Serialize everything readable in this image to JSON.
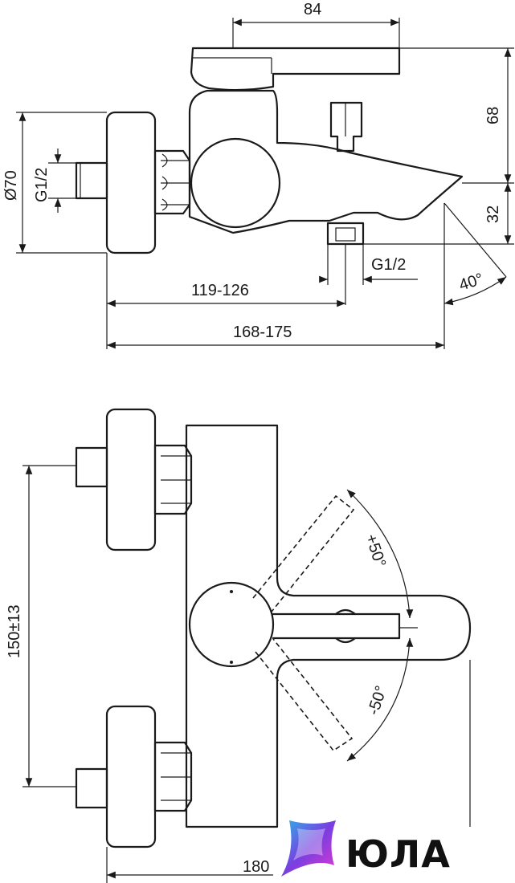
{
  "dimensions": {
    "top_width": "84",
    "lever_height": "68",
    "spout_height": "32",
    "flange_diameter": "Ø70",
    "inlet_thread": "G1/2",
    "outlet_thread": "G1/2",
    "outlet_distance": "119-126",
    "spout_reach": "168-175",
    "spout_angle": "40°",
    "inlet_spacing": "150±13",
    "rotation_up": "+50°",
    "rotation_down": "-50°",
    "total_width": "180"
  },
  "logo": {
    "brand": "ЮЛА",
    "colors": [
      "#5b3ec9",
      "#d13ad4",
      "#2ab6e8"
    ]
  }
}
